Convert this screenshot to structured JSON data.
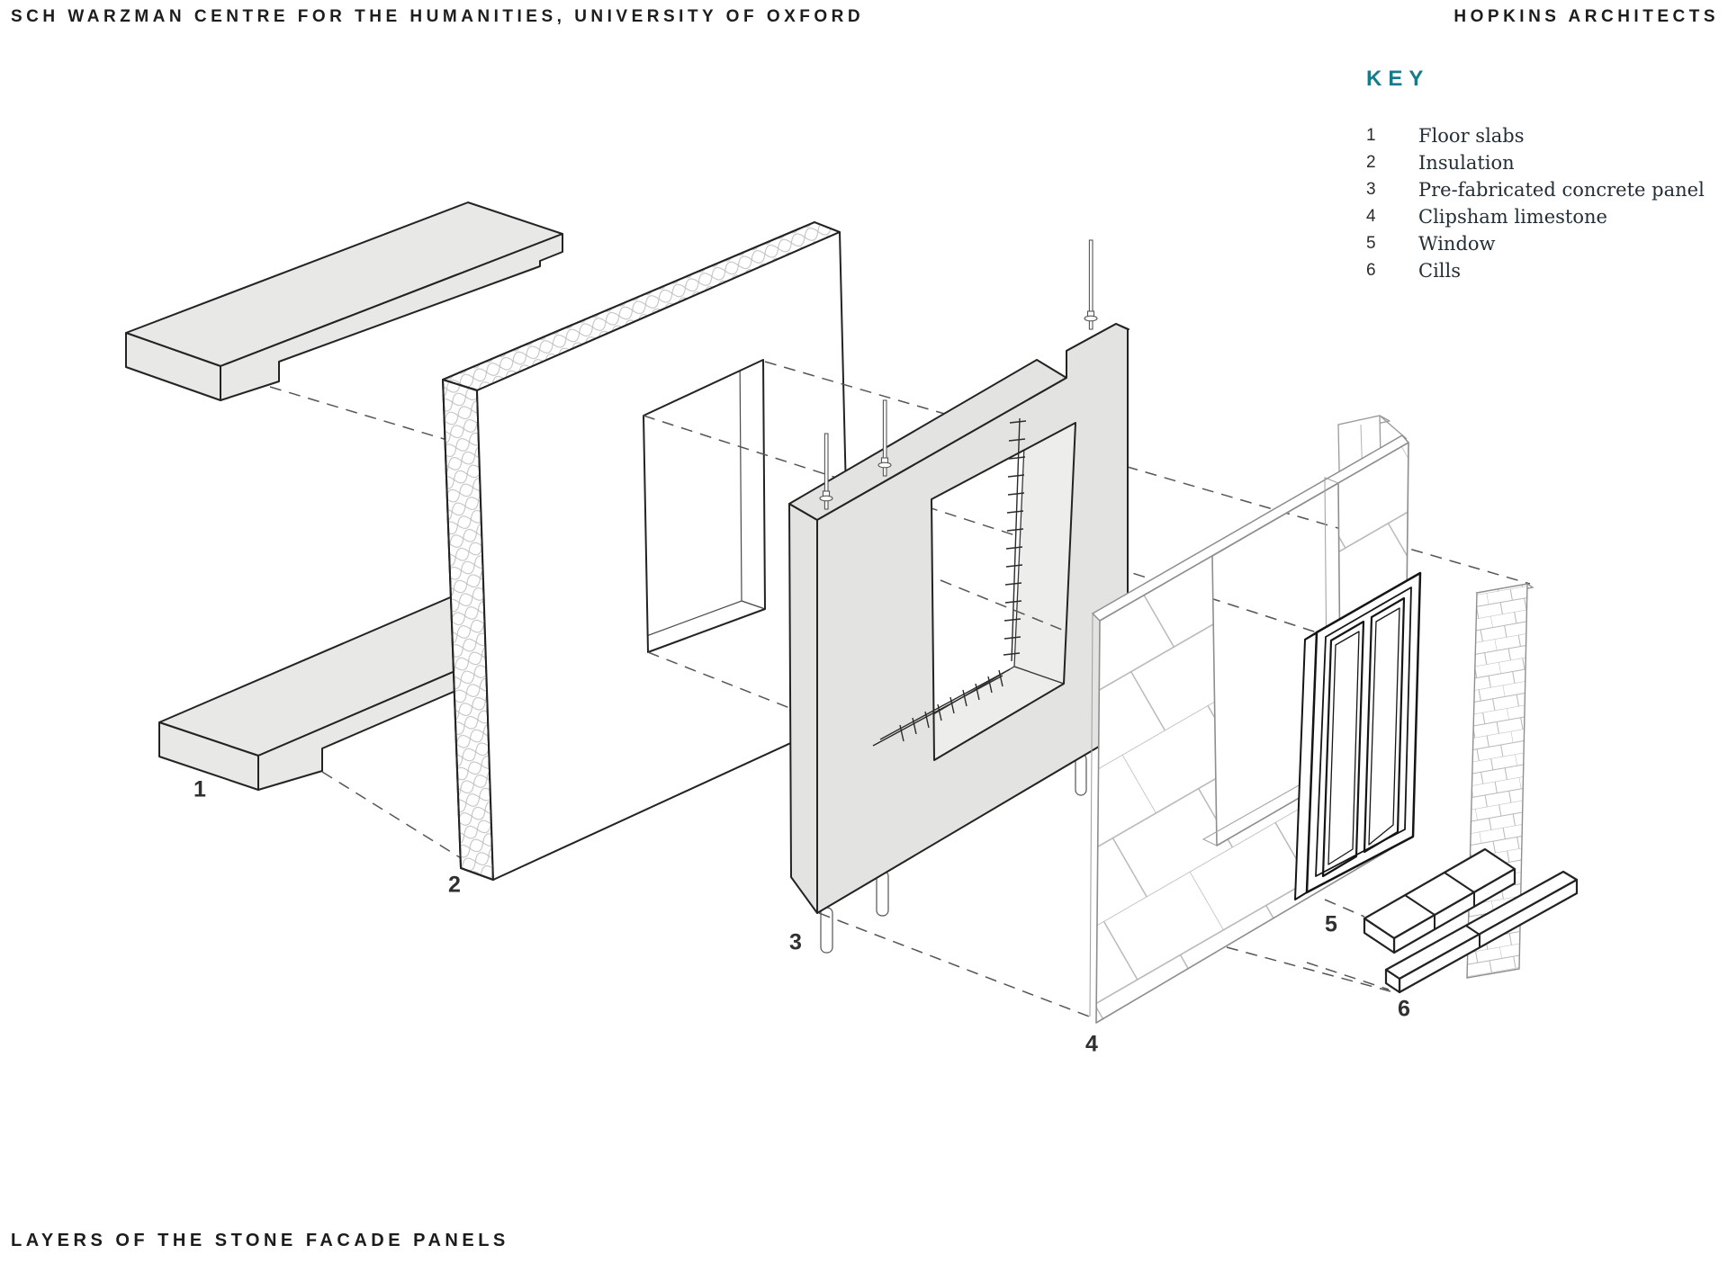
{
  "header": {
    "project_title": "SCH WARZMAN CENTRE FOR THE HUMANITIES, UNIVERSITY OF OXFORD",
    "architect": "HOPKINS ARCHITECTS"
  },
  "footer": {
    "caption": "LAYERS OF THE STONE FACADE PANELS"
  },
  "key": {
    "title": "KEY",
    "accent_color": "#177C8A",
    "items": [
      {
        "num": "1",
        "label": "Floor slabs"
      },
      {
        "num": "2",
        "label": "Insulation"
      },
      {
        "num": "3",
        "label": "Pre-fabricated concrete panel"
      },
      {
        "num": "4",
        "label": "Clipsham limestone"
      },
      {
        "num": "5",
        "label": "Window"
      },
      {
        "num": "6",
        "label": "Cills"
      }
    ]
  },
  "diagram": {
    "colors": {
      "slab_fill": "#e8e8e7",
      "concrete_fill": "#e3e3e2",
      "outline_dark": "#232323",
      "stone_line": "#8e8e8e",
      "dash_line": "#555555"
    },
    "callouts": [
      {
        "num": "1"
      },
      {
        "num": "2"
      },
      {
        "num": "3"
      },
      {
        "num": "4"
      },
      {
        "num": "5"
      },
      {
        "num": "6"
      }
    ]
  }
}
